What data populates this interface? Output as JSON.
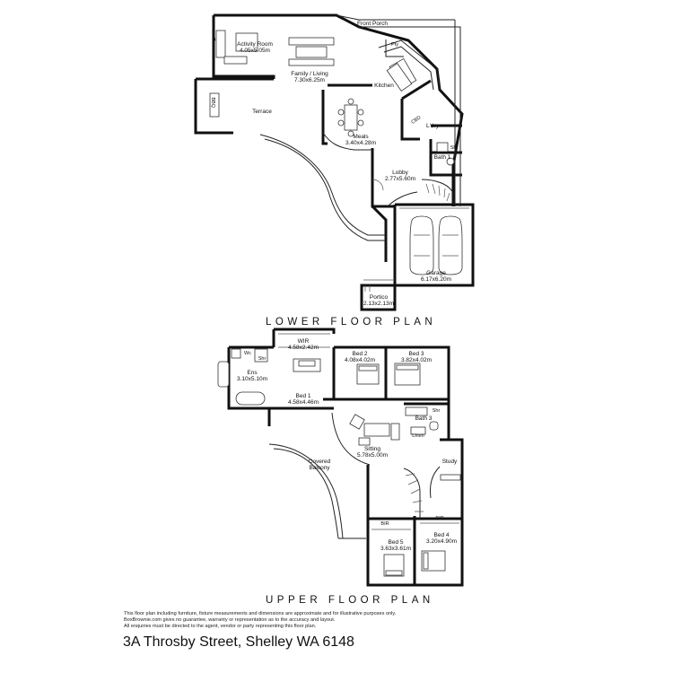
{
  "lower_floor": {
    "title": "LOWER FLOOR PLAN",
    "rooms": {
      "front_porch": {
        "name": "Front Porch",
        "dim": ""
      },
      "pty": {
        "name": "Pty",
        "dim": ""
      },
      "activity": {
        "name": "Activity Room",
        "dim": "4.05x5.05m"
      },
      "family": {
        "name": "Family / Living",
        "dim": "7.30x6.25m"
      },
      "kitchen": {
        "name": "Kitchen",
        "dim": ""
      },
      "terrace": {
        "name": "Terrace",
        "dim": ""
      },
      "laundry": {
        "name": "L'dry",
        "dim": ""
      },
      "cbd": {
        "name": "CBD",
        "dim": ""
      },
      "meals": {
        "name": "Meals",
        "dim": "3.40x4.28m"
      },
      "shr": {
        "name": "Shr",
        "dim": ""
      },
      "bath1": {
        "name": "Bath 1",
        "dim": ""
      },
      "lobby": {
        "name": "Lobby",
        "dim": "2.77x5.60m"
      },
      "garage": {
        "name": "Garage",
        "dim": "6.17x6.20m"
      },
      "portico": {
        "name": "Portico",
        "dim": "2.13x2.13m"
      },
      "bbq": {
        "name": "BBQ",
        "dim": ""
      }
    }
  },
  "upper_floor": {
    "title": "UPPER FLOOR PLAN",
    "rooms": {
      "wir": {
        "name": "WIR",
        "dim": "4.58x2.42m"
      },
      "wc": {
        "name": "Wc",
        "dim": ""
      },
      "shr": {
        "name": "Shr",
        "dim": ""
      },
      "ens": {
        "name": "Ens",
        "dim": "3.10x5.10m"
      },
      "bed1": {
        "name": "Bed 1",
        "dim": "4.58x4.46m"
      },
      "bed2": {
        "name": "Bed 2",
        "dim": "4.08x4.02m"
      },
      "bed3": {
        "name": "Bed 3",
        "dim": "3.82x4.02m"
      },
      "shr2": {
        "name": "Shr",
        "dim": ""
      },
      "bath3": {
        "name": "Bath 3",
        "dim": ""
      },
      "linen": {
        "name": "Linen",
        "dim": ""
      },
      "sitting": {
        "name": "Sitting",
        "dim": "5.78x5.00m"
      },
      "study": {
        "name": "Study",
        "dim": ""
      },
      "balcony": {
        "name": "Covered Balcony",
        "dim": ""
      },
      "bir5": {
        "name": "BIR",
        "dim": ""
      },
      "bir4": {
        "name": "BIR",
        "dim": ""
      },
      "bed5": {
        "name": "Bed 5",
        "dim": "3.63x3.61m"
      },
      "bed4": {
        "name": "Bed 4",
        "dim": "3.20x4.90m"
      }
    }
  },
  "disclaimer": [
    "This floor plan including furniture, fixture measurements and dimensions are approximate and for illustrative purposes only.",
    "BoxBrownie.com gives no guarantee, warranty or representation as to the accuracy and layout.",
    "All enquiries must be directed to the agent, vendor or party representing this floor plan."
  ],
  "address": "3A Throsby Street, Shelley WA 6148"
}
